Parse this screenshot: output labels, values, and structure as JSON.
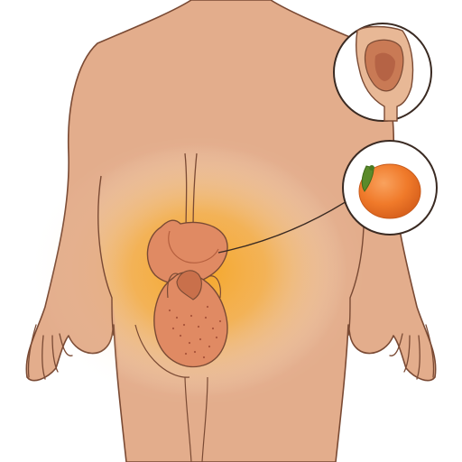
{
  "illustration": {
    "subject": "",
    "colors": {
      "background": "#ffffff",
      "skin": "#e3ad8c",
      "skin_shadow": "#d89a78",
      "outline": "#7a4a34",
      "glow": "#f6a623",
      "organ": "#e08a63",
      "organ_dark": "#b55f3e",
      "organ_spots": "#a8543a",
      "fruit": "#f07a2a",
      "fruit_highlight": "#f8a05a",
      "leaf": "#5a8a2a",
      "inset_fill": "#e8b896",
      "inset_inner": "#c97a55",
      "circle_stroke": "#3a2a22"
    },
    "icons": [
      "human-torso",
      "stomach-organ",
      "esophagus-detail",
      "orange-fruit"
    ]
  }
}
